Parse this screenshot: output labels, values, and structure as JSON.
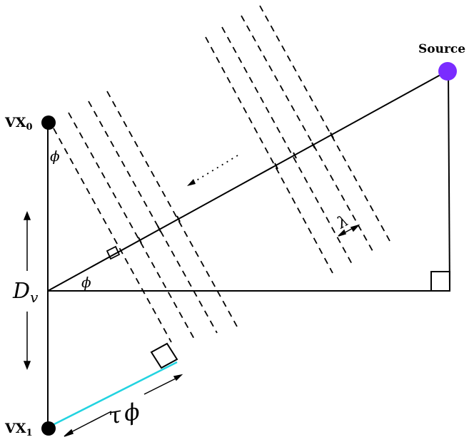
{
  "labels": {
    "source": "Source",
    "vx0_main": "VX",
    "vx0_sub": "0",
    "vx1_main": "VX",
    "vx1_sub": "1",
    "dv_main": "D",
    "dv_sub": "v",
    "phi_top": "ϕ",
    "phi_angle": "ϕ",
    "lambda": "λ",
    "tau": "τ",
    "tau_phi": "ϕ"
  },
  "colors": {
    "source": "#7a2cff",
    "highlight": "#22d3e0",
    "ink": "#000000"
  },
  "icons": {
    "source": "filled-circle",
    "vertex": "filled-circle"
  }
}
